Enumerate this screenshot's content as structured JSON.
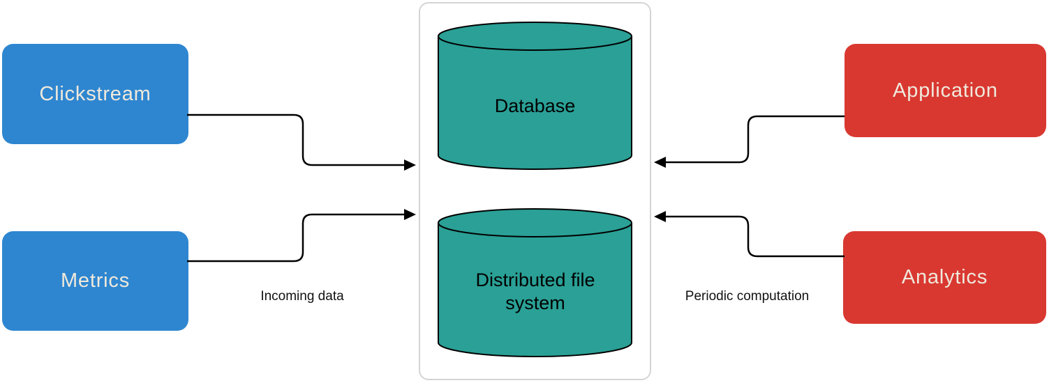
{
  "diagram": {
    "sources": [
      {
        "label": "Clickstream"
      },
      {
        "label": "Metrics"
      }
    ],
    "storage_nodes": [
      {
        "label": "Database"
      },
      {
        "label": "Distributed file system"
      }
    ],
    "consumers": [
      {
        "label": "Application"
      },
      {
        "label": "Analytics"
      }
    ],
    "flow_labels": {
      "incoming": "Incoming data",
      "periodic": "Periodic computation"
    },
    "colors": {
      "source_fill": "#2E86D0",
      "consumer_fill": "#D93831",
      "storage_fill": "#2AA096",
      "node_text": "#EFE9DC",
      "cylinder_text": "#000000",
      "connector": "#000000",
      "container_border": "#D4D4D4",
      "background": "#FFFFFF"
    }
  }
}
